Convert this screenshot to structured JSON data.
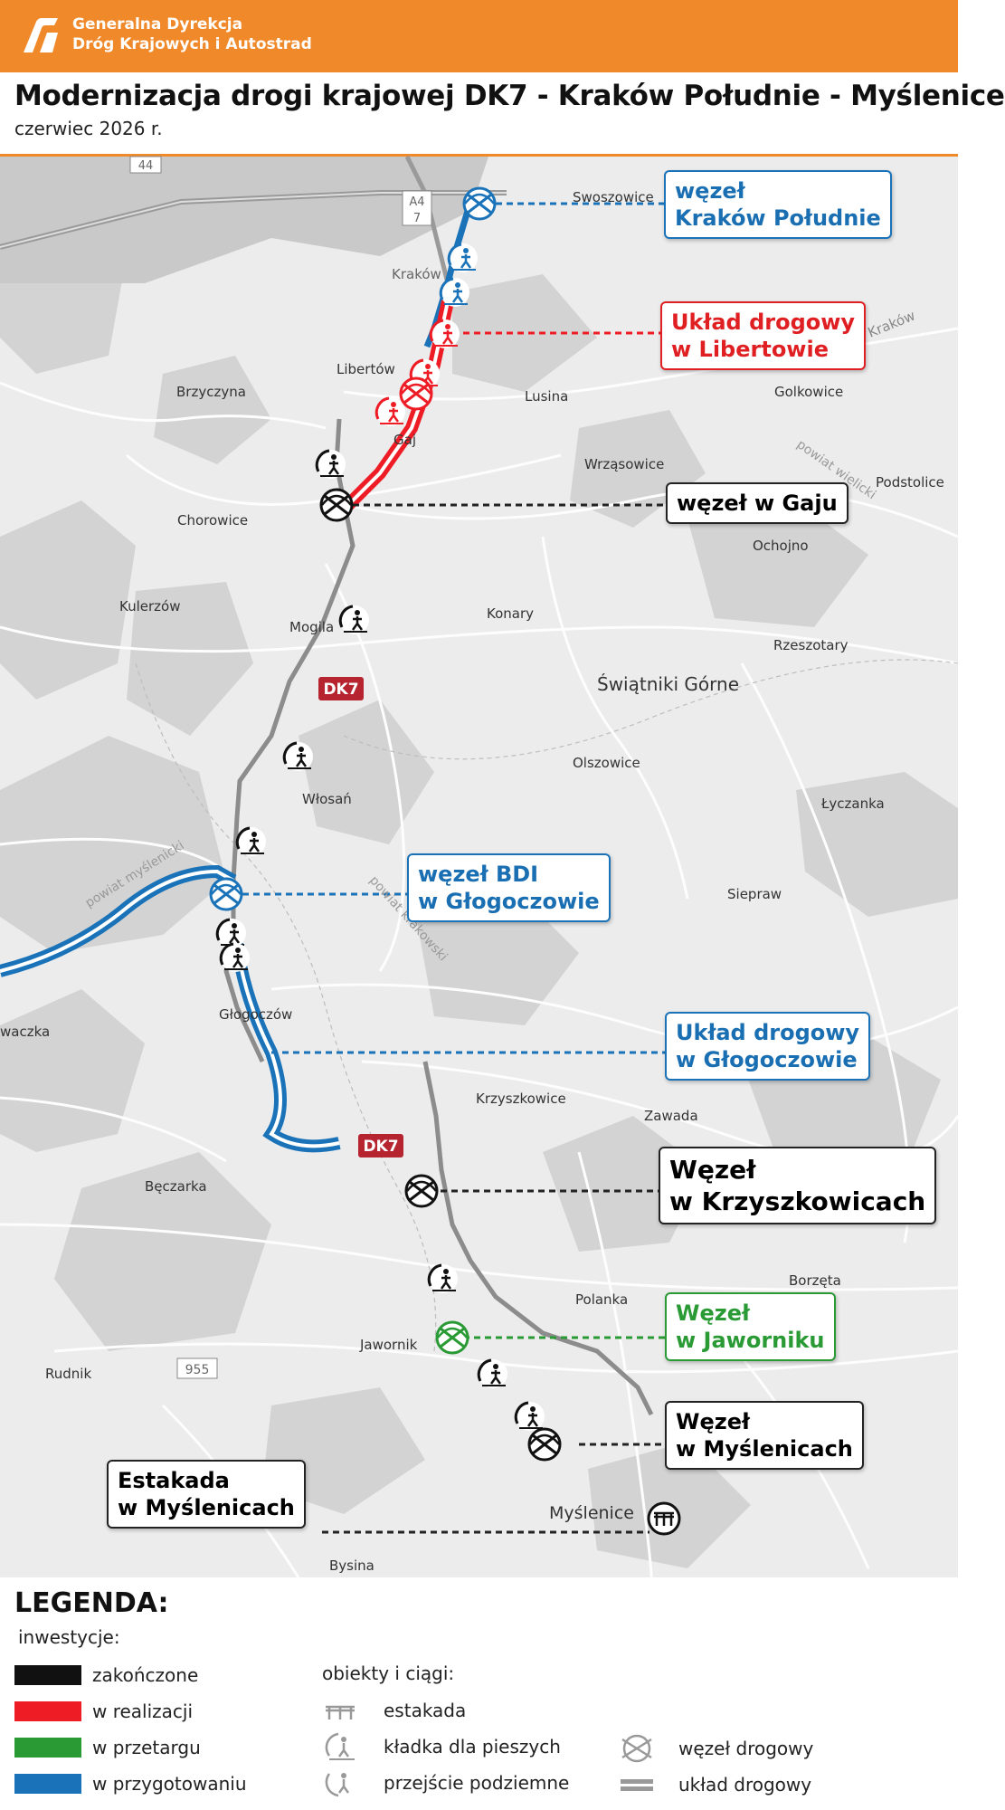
{
  "header": {
    "org_line1": "Generalna Dyrekcja",
    "org_line2": "Dróg Krajowych i Autostrad",
    "title": "Modernizacja drogi krajowej DK7 - Kraków Południe - Myślenice",
    "date": "czerwiec 2026 r.",
    "brand_color": "#f0892a"
  },
  "map": {
    "places": [
      "Swoszowice",
      "Kraków",
      "Libertów",
      "Brzyczyna",
      "Lusina",
      "Golkowice",
      "Gaj",
      "Wrząsowice",
      "Podstolice",
      "Chorowice",
      "Ochojno",
      "Kulerzów",
      "Konary",
      "Mogilany",
      "Rzeszotary",
      "Świątniki Górne",
      "Olszowice",
      "Włosań",
      "Łyczanka",
      "Sieprаw",
      "Głogoczów",
      "Krzyszkowice",
      "Zawada",
      "Bęczarka",
      "Polanka",
      "Borzęta",
      "Jawornik",
      "Rudnik",
      "Myślenice",
      "Bysina",
      "Kraków",
      "Mogila",
      "waczka"
    ],
    "admin_labels": [
      "powiat myślenicki",
      "powiat krakowski",
      "powiat wielicki"
    ],
    "road_shields": [
      {
        "text": "DK7",
        "color": "#b5242f"
      },
      {
        "text": "DK7",
        "color": "#b5242f"
      },
      {
        "text": "44",
        "color": "#888888"
      },
      {
        "text": "A4",
        "color": "#888888"
      },
      {
        "text": "7",
        "color": "#888888"
      },
      {
        "text": "955",
        "color": "#888888"
      }
    ],
    "callouts": [
      {
        "text": "węzeł\nKraków Południe",
        "status": "blue"
      },
      {
        "text": "Układ drogowy\nw Libertowie",
        "status": "red"
      },
      {
        "text": "węzeł w Gaju",
        "status": "black"
      },
      {
        "text": "węzeł BDI\nw Głogoczowie",
        "status": "blue"
      },
      {
        "text": "Układ drogowy\nw Głogoczowie",
        "status": "blue"
      },
      {
        "text": "Węzeł\nw Krzyszkowicach",
        "status": "black"
      },
      {
        "text": "Węzeł\nw Jaworniku",
        "status": "green"
      },
      {
        "text": "Węzeł\nw Myślenicach",
        "status": "black"
      },
      {
        "text": "Estakada\nw Myślenicach",
        "status": "black"
      }
    ]
  },
  "legend": {
    "title": "LEGENDA:",
    "investments_label": "inwestycje:",
    "investments": [
      {
        "label": "zakończone",
        "color": "#111111"
      },
      {
        "label": "w realizacji",
        "color": "#ee1c25"
      },
      {
        "label": "w przetargu",
        "color": "#2a9a35"
      },
      {
        "label": "w przygotowaniu",
        "color": "#1a73b8"
      }
    ],
    "objects_label": "obiekty i ciągi:",
    "objects": [
      {
        "label": "estakada",
        "icon": "viaduct-icon"
      },
      {
        "label": "kładka dla pieszych",
        "icon": "footbridge-icon"
      },
      {
        "label": "przejście podziemne",
        "icon": "underpass-icon"
      },
      {
        "label": "węzeł drogowy",
        "icon": "interchange-icon"
      },
      {
        "label": "układ drogowy",
        "icon": "road-layout-icon"
      }
    ]
  }
}
